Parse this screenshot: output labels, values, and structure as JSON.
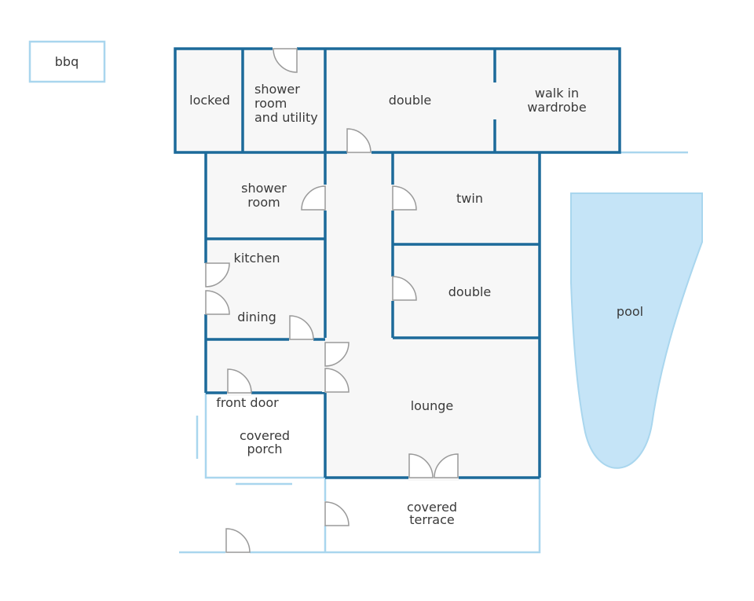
{
  "plan": {
    "colors": {
      "wall": "#1c6a9a",
      "light_wall": "#a9d6ee",
      "floor": "#f7f7f7",
      "pool": "#c5e4f7",
      "door": "#9a9a9a",
      "text": "#3a3a3a"
    },
    "labels": {
      "bbq": "bbq",
      "locked": "locked",
      "shower_utility_1": "shower",
      "shower_utility_2": "room",
      "shower_utility_3": "and utility",
      "double_top": "double",
      "walk_in_1": "walk in",
      "walk_in_2": "wardrobe",
      "shower_room_1": "shower",
      "shower_room_2": "room",
      "twin": "twin",
      "kitchen": "kitchen",
      "dining": "dining",
      "double_mid": "double",
      "pool": "pool",
      "front_door": "front door",
      "lounge": "lounge",
      "covered_porch_1": "covered",
      "covered_porch_2": "porch",
      "covered_terrace_1": "covered",
      "covered_terrace_2": "terrace"
    }
  }
}
